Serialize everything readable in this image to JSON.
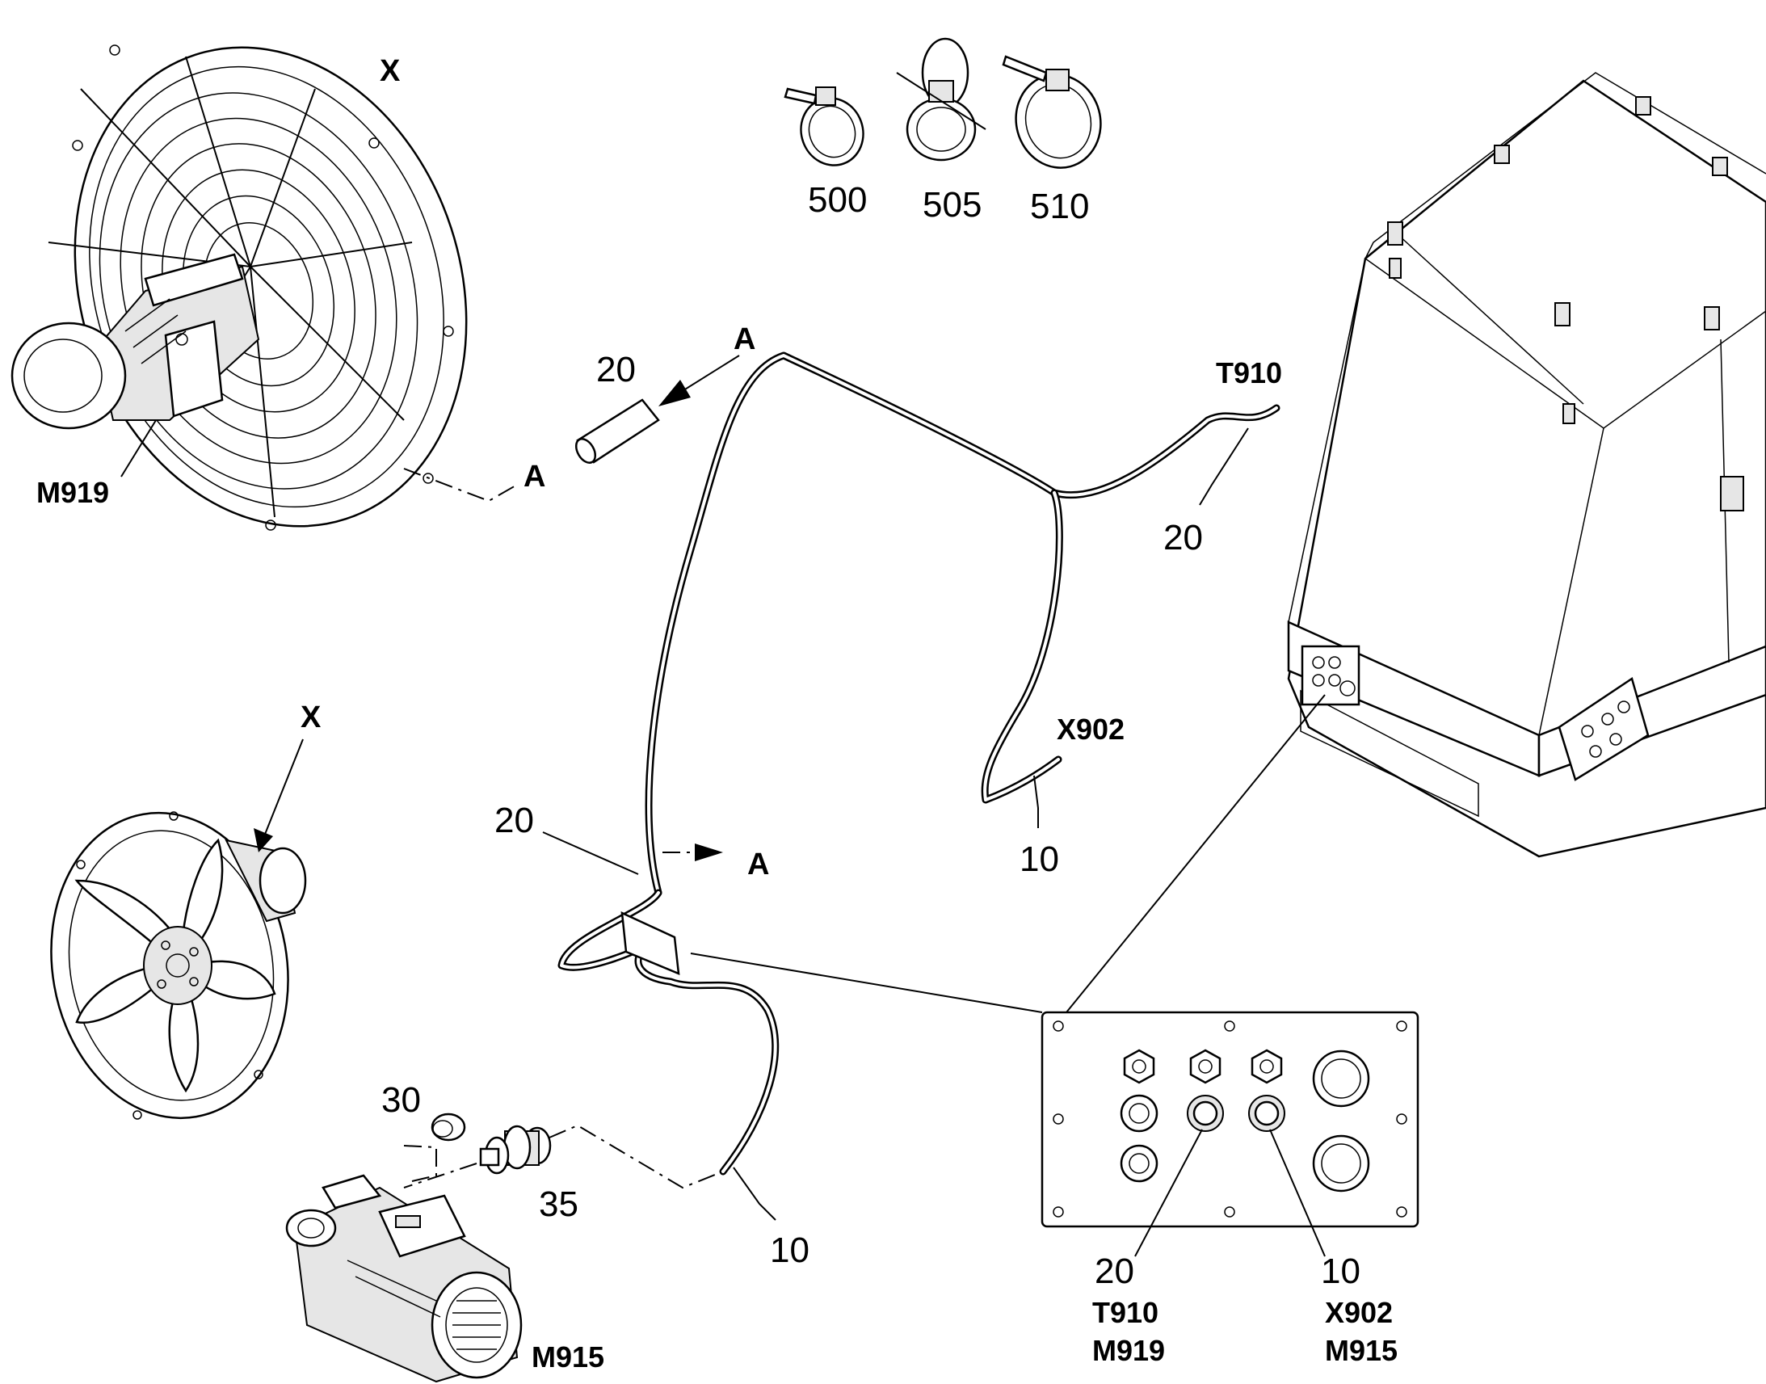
{
  "components": {
    "fan_large": {
      "code": "M919",
      "marker": "X"
    },
    "fan_small": {
      "marker": "X"
    },
    "pump": {
      "code": "M915"
    }
  },
  "parts": {
    "tie_500": "500",
    "clamp_505": "505",
    "tie_510": "510",
    "sleeve": "20",
    "bushing_30": "30",
    "gland_35": "35"
  },
  "cables": {
    "cable_10_end": "10",
    "cable_10_pump": "10",
    "cable_20_end": "20",
    "cable_20_loop": "20",
    "end_t910": "T910",
    "end_x902": "X902"
  },
  "section": {
    "a1": "A",
    "a2": "A",
    "a3": "A"
  },
  "plate": {
    "left_num": "20",
    "left_code1": "T910",
    "left_code2": "M919",
    "right_num": "10",
    "right_code1": "X902",
    "right_code2": "M915"
  }
}
